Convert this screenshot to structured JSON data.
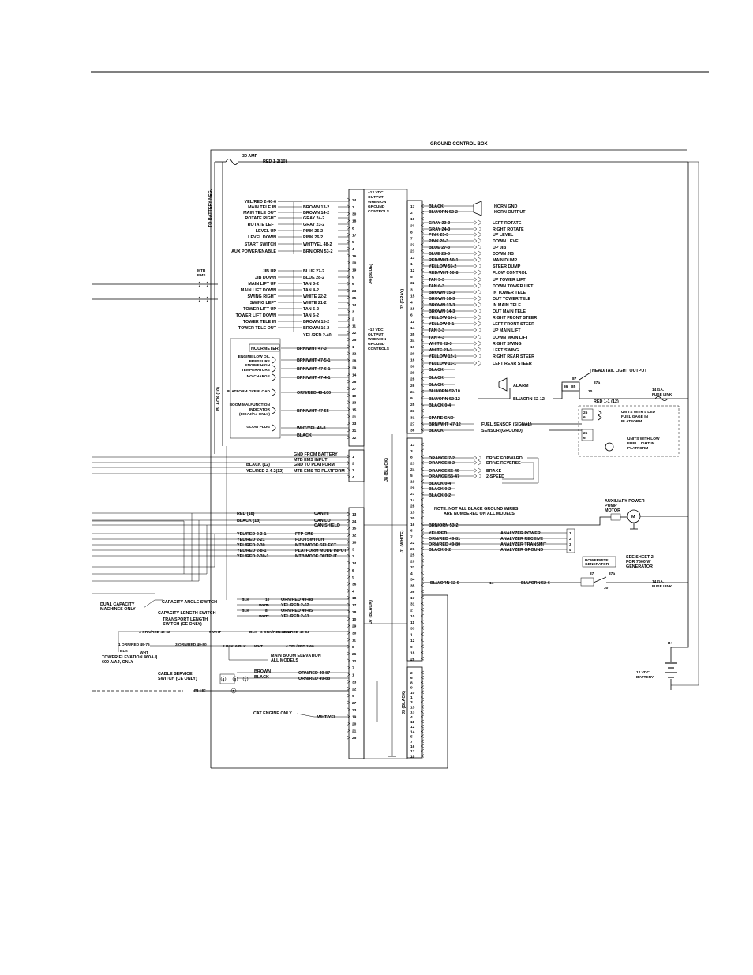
{
  "title": "GROUND CONTROL BOX",
  "fuse_30amp": "30 AMP",
  "red_1_2": "RED 1-2(10)",
  "to_battery_neg": "TO BATTERY NEG.",
  "black_10": "BLACK (10)",
  "mtb_ems": [
    "MTB",
    "EMS"
  ],
  "j4_label": "J4 (BLUE)",
  "j2_label": "J2 (GRAY)",
  "j8_label": "J8 (BLACK)",
  "j1_label": "J1 (WHITE)",
  "j7_label": "J7 (BLACK)",
  "j3_label": "J3 (BLACK)",
  "inner_notes": {
    "top": [
      "+12 VDC",
      "OUTPUT",
      "WHEN ON",
      "GROUND",
      "CONTROLS"
    ],
    "mid": [
      "+12 VDC",
      "OUTPUT",
      "WHEN ON",
      "GROUND",
      "CONTROLS"
    ]
  },
  "j4_pins": [
    "24",
    "7",
    "30",
    "18",
    "8",
    "17",
    "5",
    "4",
    "16",
    "20",
    "19",
    "9",
    "6",
    "23",
    "35",
    "34",
    "3",
    "2",
    "11",
    "22",
    "25",
    "1",
    "12",
    "28",
    "29",
    "14",
    "26",
    "27",
    "10",
    "13",
    "15",
    "21",
    "33",
    "31",
    "32"
  ],
  "j4_left_labels": [
    {
      "func": "YEL/RED 2-40-6",
      "wire": ""
    },
    {
      "func": "MAIN TELE IN",
      "wire": "BROWN 13-2"
    },
    {
      "func": "MAIN TELE OUT",
      "wire": "BROWN 14-2"
    },
    {
      "func": "ROTATE RIGHT",
      "wire": "GRAY 24-2"
    },
    {
      "func": "ROTATE LEFT",
      "wire": "GRAY 23-2"
    },
    {
      "func": "LEVEL UP",
      "wire": "PINK 25-2"
    },
    {
      "func": "LEVEL DOWN",
      "wire": "PINK 26-2"
    },
    {
      "func": "START SWITCH",
      "wire": "WHT/YEL 48-2"
    },
    {
      "func": "AUX POWER/ENABLE",
      "wire": "BRN/ORN 53-2"
    },
    {
      "func": "JIB UP",
      "wire": "BLUE 27-2"
    },
    {
      "func": "JIB DOWN",
      "wire": "BLUE 28-2"
    },
    {
      "func": "MAIN LIFT UP",
      "wire": "TAN 3-2"
    },
    {
      "func": "MAIN LIFT DOWN",
      "wire": "TAN 4-2"
    },
    {
      "func": "SWING RIGHT",
      "wire": "WHITE 22-2"
    },
    {
      "func": "SWING LEFT",
      "wire": "WHITE 21-2"
    },
    {
      "func": "TOWER LIFT UP",
      "wire": "TAN 5-2"
    },
    {
      "func": "TOWER LIFT DOWN",
      "wire": "TAN 6-2"
    },
    {
      "func": "TOWER TELE IN",
      "wire": "BROWN 15-2"
    },
    {
      "func": "TOWER TELE OUT",
      "wire": "BROWN 16-2"
    },
    {
      "func": "",
      "wire": "YEL/RED 2-40"
    }
  ],
  "indicators": [
    {
      "func": "HOURMETER",
      "wire": "BRN/WHT 47-3"
    },
    {
      "func": "ENGINE LOW OIL PRESSURE",
      "wire": "BRN/WHT 47-5-1"
    },
    {
      "func": "ENGINE HIGH TEMPERATURE",
      "wire": "BRN/WHT 47-6-1"
    },
    {
      "func": "NO CHARGE",
      "wire": "BRN/WHT 47-4-1"
    },
    {
      "func": "PLATFORM OVERLOAD",
      "wire": "ORN/RED 49-100"
    },
    {
      "func": "BOOM MALFUNCTION INDICATOR (800AJ/AJ ONLY)",
      "wire": "BRN/WHT 47-55"
    },
    {
      "func": "GLOW PLUG",
      "wire": "WHT/YEL 48-8"
    },
    {
      "func": "",
      "wire": "BLACK"
    }
  ],
  "j2_pins": [
    "17",
    "2",
    "10",
    "21",
    "8",
    "7",
    "22",
    "23",
    "13",
    "1",
    "12",
    "5",
    "32",
    "3",
    "15",
    "4",
    "18",
    "6",
    "11",
    "14",
    "35",
    "34",
    "19",
    "20",
    "16",
    "30",
    "29",
    "28",
    "26",
    "24",
    "9",
    "25",
    "33",
    "31",
    "27",
    "36"
  ],
  "j2_right": [
    {
      "wire": "BLACK",
      "func": "HORN GND"
    },
    {
      "wire": "BLU/ORN 52-2",
      "func": "HORN OUTPUT"
    },
    {
      "wire": "GRAY 23-3",
      "func": "LEFT ROTATE"
    },
    {
      "wire": "GRAY 24-3",
      "func": "RIGHT ROTATE"
    },
    {
      "wire": "PINK 25-3",
      "func": "UP LEVEL"
    },
    {
      "wire": "PINK 26-3",
      "func": "DOWN LEVEL"
    },
    {
      "wire": "BLUE 27-3",
      "func": "UP JIB"
    },
    {
      "wire": "BLUE 28-3",
      "func": "DOWN JIB"
    },
    {
      "wire": "RED/WHT 50-1",
      "func": "MAIN DUMP"
    },
    {
      "wire": "YELLOW 55-2",
      "func": "STEER DUMP"
    },
    {
      "wire": "RED/WHT 50-8",
      "func": "FLOW CONTROL"
    },
    {
      "wire": "TAN 5-3",
      "func": "UP TOWER LIFT"
    },
    {
      "wire": "TAN 6-3",
      "func": "DOWN TOWER LIFT"
    },
    {
      "wire": "BROWN 15-3",
      "func": "IN TOWER TELE"
    },
    {
      "wire": "BROWN 16-3",
      "func": "OUT TOWER TELE"
    },
    {
      "wire": "BROWN 13-3",
      "func": "IN MAIN TELE"
    },
    {
      "wire": "BROWN 14-3",
      "func": "OUT MAIN TELE"
    },
    {
      "wire": "YELLOW 10-1",
      "func": "RIGHT FRONT STEER"
    },
    {
      "wire": "YELLOW 9-1",
      "func": "LEFT FRONT STEER"
    },
    {
      "wire": "TAN 3-3",
      "func": "UP MAIN LIFT"
    },
    {
      "wire": "TAN 4-3",
      "func": "DOWN MAIN LIFT"
    },
    {
      "wire": "WHITE 22-3",
      "func": "RIGHT SWING"
    },
    {
      "wire": "WHITE 21-3",
      "func": "LEFT SWING"
    },
    {
      "wire": "YELLOW 12-1",
      "func": "RIGHT REAR STEER"
    },
    {
      "wire": "YELLOW 11-1",
      "func": "LEFT REAR STEER"
    },
    {
      "wire": "BLACK",
      "func": ""
    },
    {
      "wire": "BLACK",
      "func": ""
    },
    {
      "wire": "BLACK",
      "func": ""
    },
    {
      "wire": "BLU/ORN 52-10",
      "func": ""
    },
    {
      "wire": "BLU/ORN 52-12",
      "func": ""
    },
    {
      "wire": "BLACK 0-4",
      "func": ""
    },
    {
      "wire": "SPARE GND",
      "func": ""
    },
    {
      "wire": "BRN/WHT 47-12",
      "func": "FUEL SENSOR (SIGNAL)"
    },
    {
      "wire": "BLACK",
      "func": "SENSOR (GROUND)"
    }
  ],
  "alarm": "ALARM",
  "blu_orn_52_12": "BLU/ORN 52-12",
  "head_tail": "HEAD/TAIL LIGHT OUTPUT",
  "relay_pins": [
    "87",
    "87a",
    "86",
    "85",
    "30"
  ],
  "red_1_1": "RED 1-1 (12)",
  "fuse_link_1": [
    "14 GA.",
    "FUSE LINK"
  ],
  "fuel_note_1": [
    "UNITS WITH 4 LED",
    "FUEL GAGE IN",
    "PLATFORM."
  ],
  "fuel_note_2": [
    "UNITS WITH LOW",
    "FUEL LIGHT IN",
    "PLATFORM"
  ],
  "fuel_pins": [
    "25",
    "6"
  ],
  "j8_pins": [
    "1",
    "2",
    "3",
    "4"
  ],
  "j8_wires": [
    {
      "wire": "GND FROM BATTERY"
    },
    {
      "wire": "MTB EMS INPUT"
    },
    {
      "wire": "GND TO PLATFORM",
      "left": "BLACK (12)"
    },
    {
      "wire": "MTB EMS TO PLATFORM",
      "left": "YEL/RED 2-4-2(12)"
    }
  ],
  "j7_pins": [
    "13",
    "24",
    "15",
    "12",
    "16",
    "3",
    "2",
    "14",
    "6",
    "5",
    "36",
    "4",
    "18",
    "17",
    "28",
    "10",
    "29",
    "30",
    "11",
    "8",
    "26",
    "32",
    "7",
    "1",
    "33",
    "22",
    "9",
    "27",
    "23",
    "19",
    "20",
    "21",
    "25"
  ],
  "can": [
    {
      "wire": "CAN HI",
      "left": "RED (18)"
    },
    {
      "wire": "CAN LO",
      "left": "BLACK (18)"
    },
    {
      "wire": "CAN SHIELD"
    },
    {
      "wire": "FTP EMS",
      "left": "YEL/RED 2-3-1"
    },
    {
      "wire": "FOOTSWITCH",
      "left": "YEL/RED 2-21"
    },
    {
      "wire": "MTB MODE SELECT",
      "left": "YEL/RED 2-30"
    },
    {
      "wire": "PLATFORM MODE INPUT",
      "left": "YEL/RED 2-8-1"
    },
    {
      "wire": "MTB MODE OUTPUT",
      "left": "YEL/RED 2-30-1"
    }
  ],
  "j1_pins": [
    "13",
    "3",
    "8",
    "23",
    "24",
    "5",
    "19",
    "29",
    "27",
    "14",
    "28",
    "15",
    "30",
    "16",
    "6",
    "7",
    "22",
    "21",
    "25",
    "20",
    "32",
    "4",
    "34",
    "35",
    "36",
    "17",
    "31",
    "2",
    "10",
    "11",
    "33",
    "1",
    "12",
    "9",
    "18",
    "26"
  ],
  "j1_drive": [
    {
      "wire": "ORANGE 7-2",
      "func": "DRIVE FORWARD"
    },
    {
      "wire": "ORANGE 8-2",
      "func": "DRIVE REVERSE"
    },
    {
      "wire": "ORANGE 55-45",
      "func": "BRAKE"
    },
    {
      "wire": "ORANGE 55-47",
      "func": "2-SPEED"
    },
    {
      "wire": "BLACK 0-4",
      "func": ""
    },
    {
      "wire": "BLACK 0-2",
      "func": ""
    },
    {
      "wire": "BLACK 0-2",
      "func": ""
    }
  ],
  "note_black_ground": [
    "NOTE: NOT ALL BLACK GROUND WIRES",
    "ARE NUMBERED ON ALL MODELS"
  ],
  "aux_motor": [
    "AUXILIARY POWER",
    "PUMP",
    "MOTOR"
  ],
  "motor_symbol": "M",
  "brn_orn_53_2": "BRN/ORN 53-2",
  "analyzer": [
    {
      "wire": "YEL/RED",
      "func": "ANALYZER POWER",
      "pin": "1"
    },
    {
      "wire": "ORN/RED 49-81",
      "func": "ANALYZER RECEIVE",
      "pin": "2"
    },
    {
      "wire": "ORN/RED 49-80",
      "func": "ANALYZER TRANSMIT",
      "pin": "3"
    },
    {
      "wire": "BLACK 0-2",
      "func": "ANALYZER GROUND",
      "pin": "4"
    }
  ],
  "powermite": [
    "POWERMITE",
    "GENERATOR"
  ],
  "see_sheet": [
    "SEE SHEET 2",
    "FOR 7500 W",
    "GENERATOR"
  ],
  "blu_orn_52_5": "BLU/ORN 52-5",
  "blu_orn_52_6": "BLU/ORN 52-6",
  "conn_14": "14",
  "conn_12": "12",
  "conn_13": "13",
  "fuse_link_2": [
    "14 GA.",
    "FUSE LINK"
  ],
  "battery_pos": "B+",
  "battery": [
    "12 VDC",
    "BATTERY"
  ],
  "dual_capacity": [
    "DUAL CAPACITY",
    "MACHINES ONLY"
  ],
  "cap_angle": "CAPACITY ANGLE SWITCH",
  "cap_length": "CAPACITY LENGTH SWITCH",
  "transport": [
    "TRANSPORT LENGTH",
    "SWITCH (CE ONLY)"
  ],
  "cap_wires": [
    {
      "a": "BLK",
      "b": "10",
      "c": "ORN/RED 49-88"
    },
    {
      "a": "WHT",
      "b": "9",
      "c": "YEL/RED 2-62"
    },
    {
      "a": "BLK",
      "b": "8",
      "c": "ORN/RED 49-85"
    },
    {
      "a": "WHT",
      "b": "7",
      "c": "YEL/RED 2-61"
    }
  ],
  "transport_wires": [
    {
      "n": "4",
      "t": "ORN/RED 49-62"
    },
    {
      "n": "5",
      "t": "WHT"
    },
    {
      "n": "6",
      "t": "ORN/RED 49-27"
    },
    {
      "n": "BLK",
      "t": "BLK"
    },
    {
      "n": "5",
      "t": "ORN/RED 49-84"
    }
  ],
  "tower_elev": [
    "TOWER ELEVATION 460AJ|",
    "600 A/AJ, ONLY"
  ],
  "tower_wires": [
    {
      "n": "1",
      "t": "ORN/RED 49-76"
    },
    {
      "n": "3",
      "t": "ORN/RED 49-80"
    },
    {
      "n": "BLK",
      "t": "BLK"
    },
    {
      "n": "WHT",
      "t": "WHT"
    }
  ],
  "main_boom": [
    "MAIN BOOM ELEVATION",
    "ALL MODELS"
  ],
  "main_boom_wires": [
    {
      "n": "2",
      "t": "BLK"
    },
    {
      "n": "6",
      "t": "BLK"
    },
    {
      "n": "WHT",
      "t": "WHT"
    },
    {
      "n": "4",
      "t": "YEL/RED 2-60"
    }
  ],
  "cable_service": [
    "CABLE SERVICE",
    "SWITCH (CE ONLY)"
  ],
  "cable_wires": [
    {
      "wire": "BROWN",
      "out": "ORN/RED 49-87"
    },
    {
      "wire": "BLACK",
      "out": "ORN/RED 49-88"
    }
  ],
  "cable_nums": [
    "4",
    "1",
    "3",
    "5"
  ],
  "blue_wire": "BLUE",
  "cat_engine": "CAT ENGINE ONLY",
  "wht_yel": "WHT/YEL",
  "j3_pins": [
    "2",
    "6",
    "8",
    "9",
    "10",
    "1",
    "3",
    "15",
    "13",
    "4",
    "11",
    "12",
    "14",
    "5",
    "7",
    "16",
    "17",
    "18"
  ],
  "ground_num": "5"
}
